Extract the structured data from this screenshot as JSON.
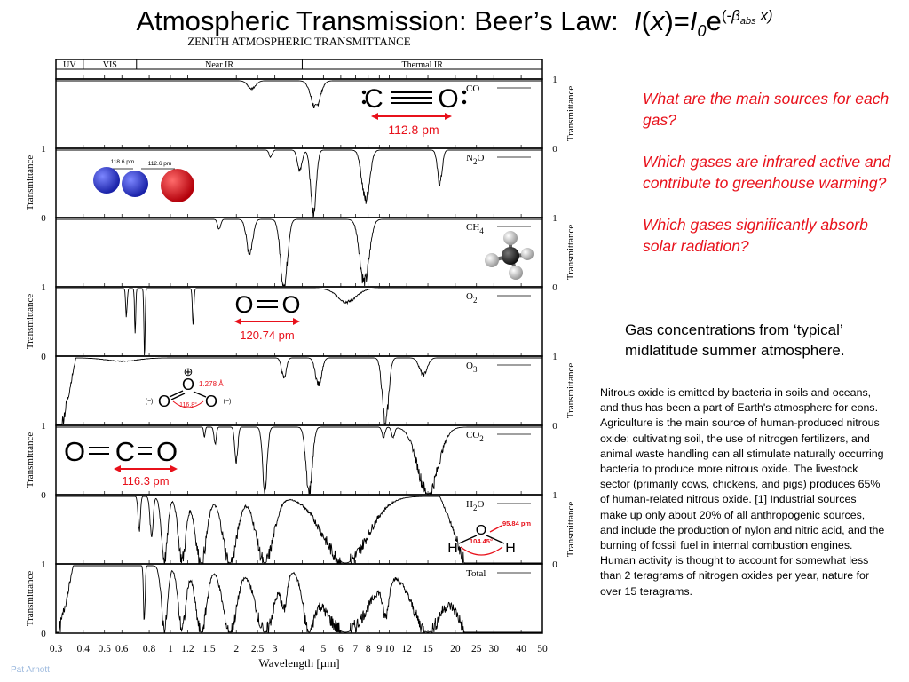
{
  "slide": {
    "title_text": "Atmospheric Transmission: Beer’s Law:",
    "eq_I": "I",
    "eq_open": "(",
    "eq_x": "x",
    "eq_close": ")=",
    "eq_I0": "I",
    "eq_0": "0",
    "eq_e": "e",
    "eq_exp_open": "(-",
    "eq_beta": "β",
    "eq_abs": "abs",
    "eq_exp_close": " x)",
    "questions": [
      "What are the main sources for each gas?",
      "Which gases are infrared active and contribute to greenhouse warming?",
      "Which gases significantly absorb solar radiation?"
    ],
    "concentration_note": "Gas concentrations from ‘typical’ midlatitude summer atmosphere.",
    "body_text": "Nitrous oxide is emitted by bacteria in soils and oceans, and thus has been a part of Earth's atmosphere for eons. Agriculture is the main source of human-produced nitrous oxide: cultivating soil, the use of nitrogen fertilizers, and animal waste handling can all stimulate naturally occurring bacteria to produce more nitrous oxide. The livestock sector (primarily cows, chickens, and pigs) produces 65% of human-related nitrous oxide. [1] Industrial sources make up only about 20% of all anthropogenic sources, and include the production of nylon and nitric acid, and the burning of fossil fuel in internal combustion engines. Human activity is thought to account for somewhat less than 2 teragrams of nitrogen oxides per year, nature for over 15 teragrams.",
    "credit": "Pat Arnott"
  },
  "chart_data": {
    "type": "line",
    "title": "ZENITH ATMOSPHERIC TRANSMITTANCE",
    "xlabel": "Wavelength [µm]",
    "ylabel": "Transmittance",
    "x_scale": "log",
    "xlim": [
      0.3,
      50
    ],
    "ylim": [
      0,
      1
    ],
    "grid": false,
    "x_ticks": [
      0.3,
      0.4,
      0.5,
      0.6,
      0.8,
      1,
      1.2,
      1.5,
      2,
      2.5,
      3,
      4,
      5,
      6,
      7,
      8,
      9,
      10,
      12,
      15,
      20,
      25,
      30,
      40,
      50
    ],
    "x_tick_labels": [
      "0.3",
      "0.4",
      "0.5",
      "0.6",
      "0.8",
      "1",
      "1.2",
      "1.5",
      "2",
      "2.5",
      "3",
      "4",
      "5",
      "6",
      "7",
      "8",
      "9",
      "10",
      "12",
      "15",
      "20",
      "25",
      "30",
      "40",
      "50"
    ],
    "y_tick_labels": [
      "0",
      "1"
    ],
    "bands": [
      {
        "name": "UV",
        "from": 0.3,
        "to": 0.4
      },
      {
        "name": "VIS",
        "from": 0.4,
        "to": 0.7
      },
      {
        "name": "Near IR",
        "from": 0.7,
        "to": 4
      },
      {
        "name": "Thermal IR",
        "from": 4,
        "to": 50
      }
    ],
    "series": [
      {
        "name": "CO",
        "label_sub": "",
        "absorptions": [
          [
            2.35,
            0.12,
            0.05
          ],
          [
            4.6,
            0.4,
            0.06
          ]
        ],
        "cutoff": null
      },
      {
        "name": "N",
        "label_sub": "2",
        "label_suffix": "O",
        "absorptions": [
          [
            2.87,
            0.1,
            0.02
          ],
          [
            3.9,
            0.3,
            0.03
          ],
          [
            4.5,
            1.0,
            0.035
          ],
          [
            7.8,
            0.75,
            0.05
          ],
          [
            17,
            0.5,
            0.03
          ]
        ],
        "cutoff": null
      },
      {
        "name": "CH",
        "label_sub": "4",
        "label_suffix": "",
        "absorptions": [
          [
            1.67,
            0.15,
            0.02
          ],
          [
            2.3,
            0.5,
            0.04
          ],
          [
            3.3,
            1.0,
            0.045
          ],
          [
            7.7,
            0.95,
            0.06
          ]
        ],
        "cutoff": null
      },
      {
        "name": "O",
        "label_sub": "2",
        "label_suffix": "",
        "absorptions": [
          [
            0.63,
            0.4,
            0.01
          ],
          [
            0.69,
            0.6,
            0.008
          ],
          [
            0.762,
            1.0,
            0.008
          ],
          [
            1.27,
            0.5,
            0.01
          ],
          [
            6.4,
            0.2,
            0.12
          ]
        ],
        "cutoff": null
      },
      {
        "name": "O",
        "label_sub": "3",
        "label_suffix": "",
        "absorptions": [
          [
            0.6,
            0.05,
            0.2
          ],
          [
            3.3,
            0.3,
            0.03
          ],
          [
            4.75,
            0.4,
            0.04
          ],
          [
            9.6,
            1.0,
            0.04
          ],
          [
            14.3,
            0.25,
            0.05
          ]
        ],
        "cutoff": 0.32
      },
      {
        "name": "CO",
        "label_sub": "2",
        "label_suffix": "",
        "absorptions": [
          [
            1.43,
            0.15,
            0.01
          ],
          [
            1.6,
            0.25,
            0.015
          ],
          [
            2.0,
            0.5,
            0.02
          ],
          [
            2.7,
            0.9,
            0.03
          ],
          [
            4.3,
            1.0,
            0.04
          ],
          [
            9.4,
            0.15,
            0.02
          ],
          [
            10.4,
            0.15,
            0.02
          ],
          [
            15,
            1.0,
            0.13
          ]
        ],
        "cutoff": null
      },
      {
        "name": "H",
        "label_sub": "2",
        "label_suffix": "O",
        "absorptions": [
          [
            0.72,
            0.5,
            0.015
          ],
          [
            0.82,
            0.6,
            0.02
          ],
          [
            0.94,
            0.95,
            0.04
          ],
          [
            1.13,
            0.95,
            0.05
          ],
          [
            1.38,
            1.0,
            0.07
          ],
          [
            1.87,
            1.0,
            0.09
          ],
          [
            2.7,
            1.0,
            0.11
          ],
          [
            6.3,
            1.0,
            0.28
          ]
        ],
        "cutoff": null,
        "far_ir": true
      },
      {
        "name": "Total",
        "label_sub": "",
        "label_suffix": "",
        "absorptions": [
          [
            0.76,
            0.9,
            0.01
          ],
          [
            0.94,
            0.95,
            0.04
          ],
          [
            1.13,
            0.95,
            0.05
          ],
          [
            1.38,
            1.0,
            0.07
          ],
          [
            1.87,
            1.0,
            0.09
          ],
          [
            2.7,
            1.0,
            0.12
          ],
          [
            3.3,
            0.6,
            0.04
          ],
          [
            4.3,
            1.0,
            0.07
          ],
          [
            6.3,
            1.0,
            0.3
          ],
          [
            9.6,
            0.7,
            0.04
          ],
          [
            15,
            1.0,
            0.2
          ]
        ],
        "cutoff": 0.31,
        "far_ir": true
      }
    ]
  },
  "molecules": {
    "co": {
      "atom1": "C",
      "atom2": "O",
      "length": "112.8 pm"
    },
    "n2o": {
      "length1": "118.6 pm",
      "length2": "112.6 pm"
    },
    "o2": {
      "atom1": "O",
      "atom2": "O",
      "length": "120.74 pm"
    },
    "o3": {
      "atom_center": "O",
      "atom_left": "O",
      "atom_right": "O",
      "charge_plus": "⊕",
      "charge_minus_left": "(−)",
      "charge_minus_right": "(−)",
      "length": "1.278 Å",
      "angle": "116.8°"
    },
    "co2": {
      "atom1": "O",
      "atom2": "C",
      "atom3": "O",
      "length": "116.3 pm"
    },
    "h2o": {
      "atom_center": "O",
      "atom_left": "H",
      "atom_right": "H",
      "length": "95.84 pm",
      "angle": "104.45°"
    }
  },
  "colors": {
    "accent": "#e8111b",
    "n_atom": "#2631c9",
    "o_atom": "#e0141c",
    "c_atom": "#333333",
    "h_atom": "#eeeeee",
    "credit": "#9cb9de"
  }
}
